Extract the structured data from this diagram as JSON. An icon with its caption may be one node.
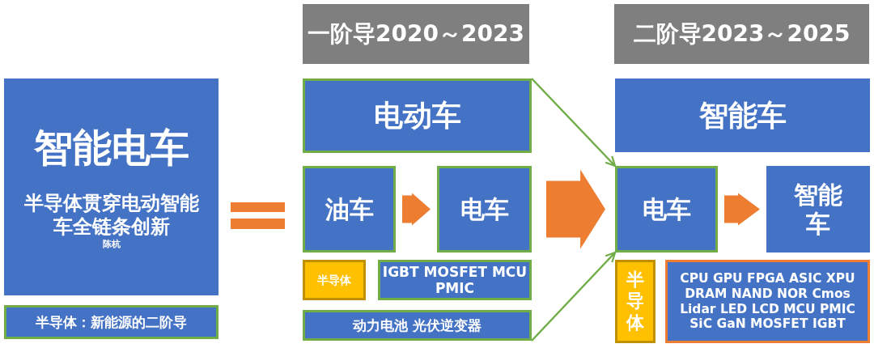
{
  "diagram": {
    "nodes": [
      {
        "text": [
          "智能电车",
          "半导体贯穿电动智能车全链条创新",
          "陈杭"
        ]
      },
      {
        "text": [
          "半导体：新能源的二阶导"
        ]
      },
      {
        "text": [
          "一阶导2020～2023"
        ]
      },
      {
        "text": [
          "电动车"
        ]
      },
      {
        "text": [
          "油车"
        ]
      },
      {
        "text": [
          "电车"
        ]
      },
      {
        "text": [
          "半导体"
        ]
      },
      {
        "text": [
          "IGBT MOSFET MCU PMIC"
        ]
      },
      {
        "text": [
          "动力电池 光伏逆变器"
        ]
      },
      {
        "text": [
          "二阶导2023～2025"
        ]
      },
      {
        "text": [
          "智能车"
        ]
      },
      {
        "text": [
          "电车"
        ]
      },
      {
        "text": [
          "智能车"
        ]
      },
      {
        "text": [
          "半导体"
        ]
      },
      {
        "text": [
          "CPU GPU FPGA ASIC XPU DRAM NAND NOR Cmos Lidar LED LCD MCU PMIC SiC GaN MOSFET IGBT"
        ]
      }
    ],
    "edges": [
      {
        "from": 4,
        "to": 5,
        "arrow": "to",
        "style": "thick",
        "color": "#ed7d31"
      },
      {
        "from": 5,
        "to": 11,
        "arrow": "to",
        "style": "thick",
        "color": "#ed7d31"
      },
      {
        "from": 11,
        "to": 12,
        "arrow": "to",
        "style": "thick",
        "color": "#ed7d31"
      },
      {
        "from": 3,
        "to": 11,
        "arrow": "to"
      },
      {
        "from": 8,
        "to": 11,
        "arrow": "to"
      }
    ]
  }
}
